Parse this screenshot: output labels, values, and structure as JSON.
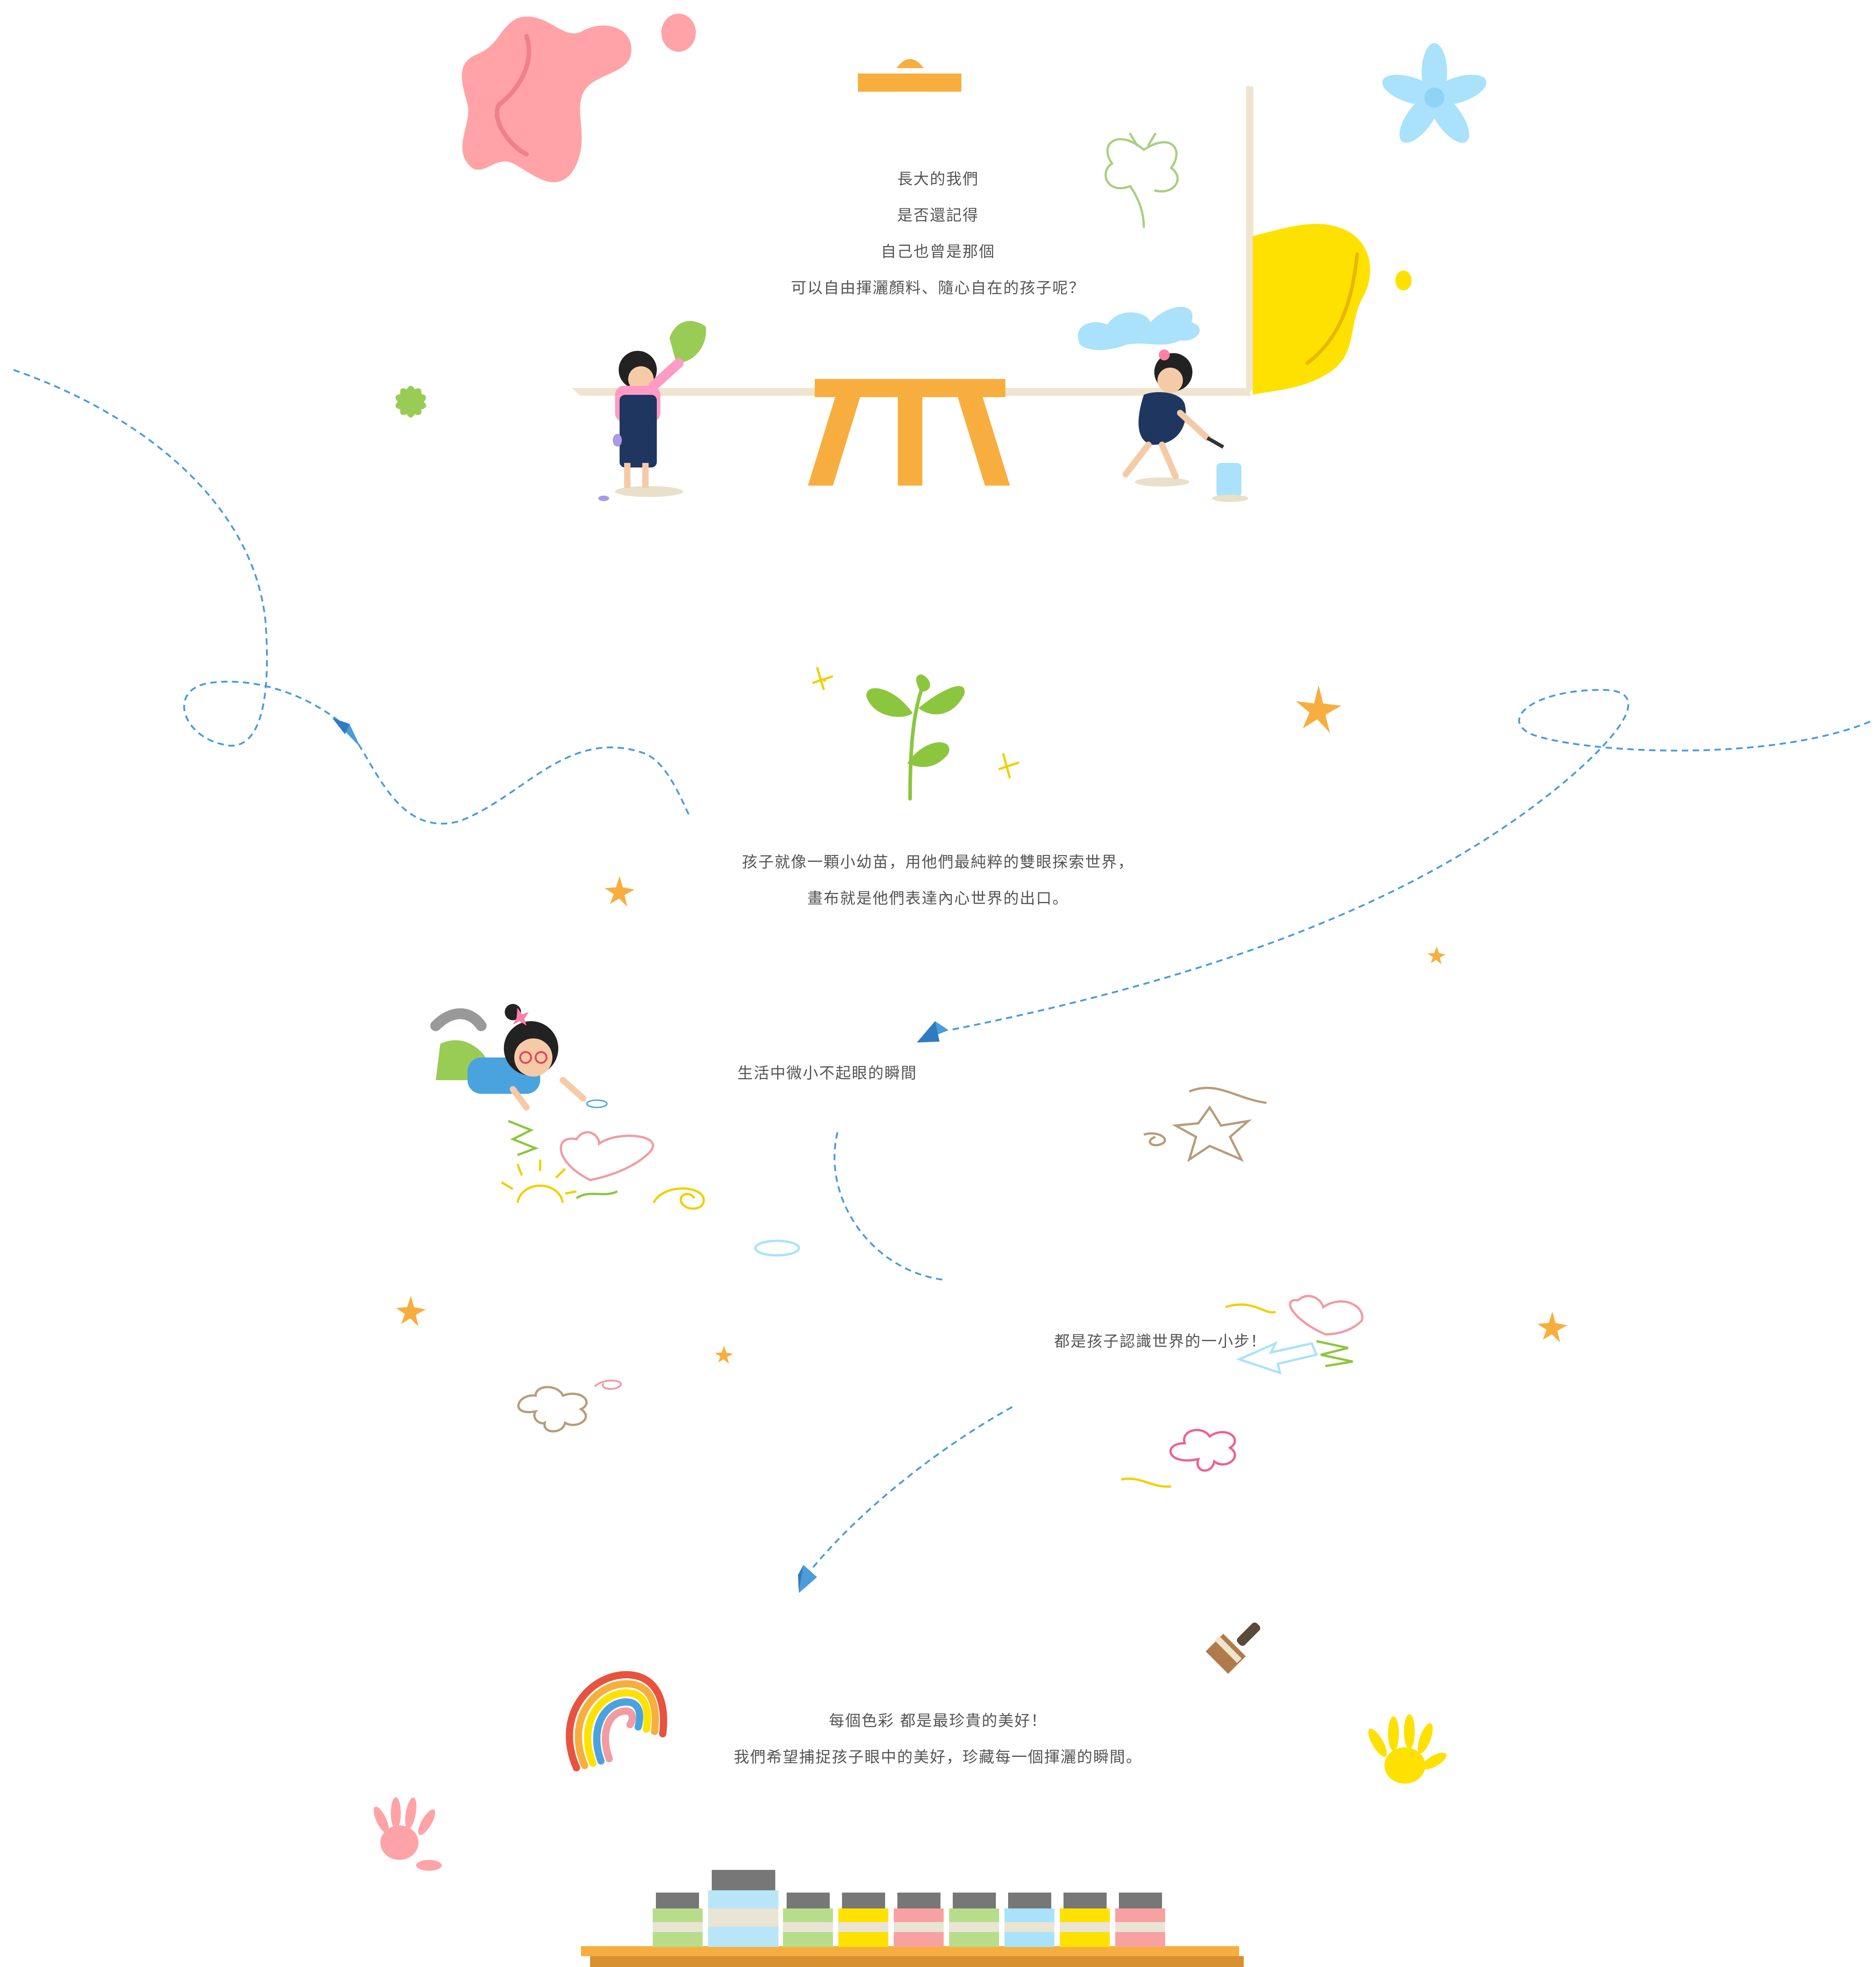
{
  "colors": {
    "pink": "#FFA3A6",
    "yellow": "#FFE100",
    "sky": "#A9E2FA",
    "green": "#99CC55",
    "orange": "#F8AE3E",
    "dash": "#4A9CDB",
    "text": "#555555"
  },
  "intro": {
    "lines": [
      "長大的我們",
      "是否還記得",
      "自己也曾是那個",
      "可以自由揮灑顏料、隨心自在的孩子呢？"
    ]
  },
  "seedling": {
    "lines": [
      "孩子就像一顆小幼苗，用他們最純粹的雙眼探索世界，",
      "畫布就是他們表達內心世界的出口。"
    ]
  },
  "moments": {
    "text": "生活中微小不起眼的瞬間"
  },
  "steps": {
    "text": "都是孩子認識世界的一小步！"
  },
  "colors_section": {
    "lines": [
      "每個色彩 都是最珍貴的美好！",
      "我們希望捕捉孩子眼中的美好，珍藏每一個揮灑的瞬間。"
    ]
  },
  "icons": [
    "paint-splash-icon",
    "flower-icon",
    "easel-icon",
    "butterfly-icon",
    "cloud-icon",
    "sprout-icon",
    "star-icon",
    "paper-plane-icon",
    "heart-icon",
    "sun-icon",
    "rainbow-icon",
    "handprint-icon",
    "paintbrush-icon",
    "paint-jar-icon"
  ]
}
